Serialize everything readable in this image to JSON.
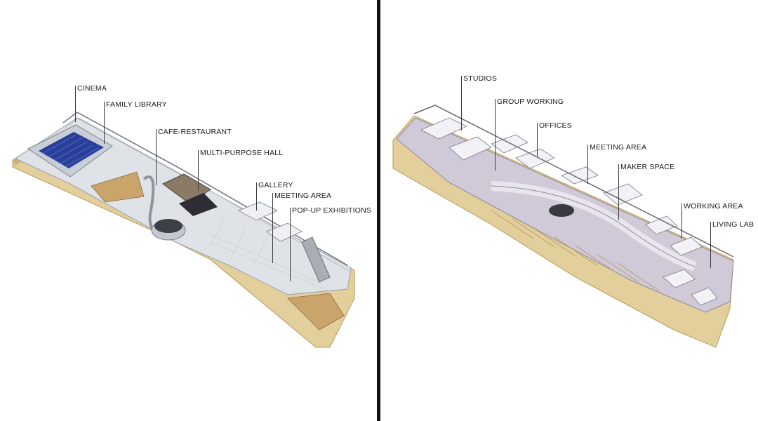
{
  "left_plan": {
    "labels": [
      "CINEMA",
      "FAMILY LIBRARY",
      "CAFE-RESTAURANT",
      "MULTI-PURPOSE HALL",
      "GALLERY",
      "MEETING AREA",
      "POP-UP EXHIBITIONS"
    ]
  },
  "right_plan": {
    "labels": [
      "STUDIOS",
      "GROUP WORKING",
      "OFFICES",
      "MEETING AREA",
      "MAKER SPACE",
      "WORKING AREA",
      "LIVING LAB"
    ]
  },
  "colors": {
    "divider": "#111111",
    "ground": "#e2cf9c",
    "cinema_seats": "#2a3f9a",
    "floor_left": "#d9dde3",
    "floor_right": "#cfc9d8",
    "wood": "#c9a56b"
  }
}
